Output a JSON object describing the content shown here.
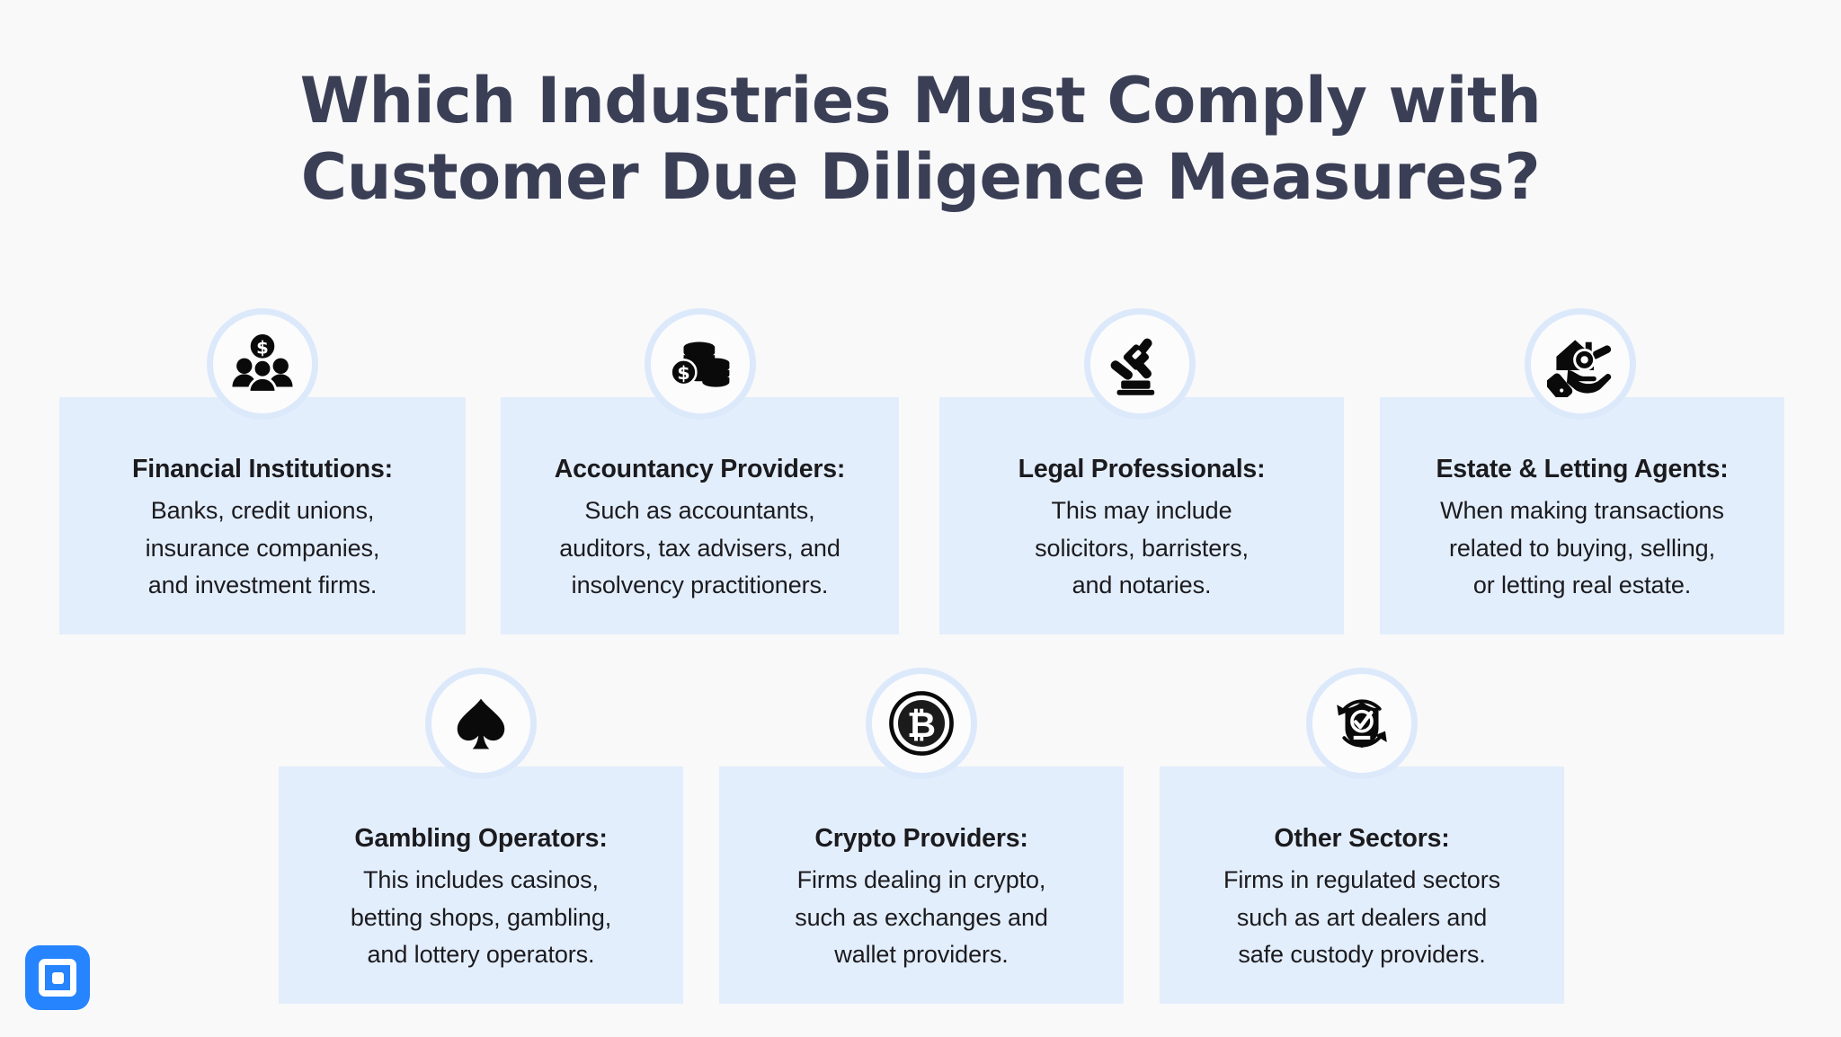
{
  "page": {
    "background_color": "#f9f9fa",
    "card_color": "#e3eefc",
    "title_color": "#3b3f56",
    "text_color": "#1b1b1f",
    "logo_color": "#2684ff",
    "icon_ring_color": "#dce9fb"
  },
  "title": {
    "line1": "Which Industries Must Comply with",
    "line2": "Customer Due Diligence Measures?"
  },
  "cards": [
    {
      "icon": "people-dollar-icon",
      "heading": "Financial Institutions:",
      "body_lines": [
        "Banks, credit unions,",
        "insurance companies,",
        "and investment firms."
      ]
    },
    {
      "icon": "coins-stack-icon",
      "heading": "Accountancy Providers:",
      "body_lines": [
        "Such as accountants,",
        "auditors, tax advisers, and",
        "insolvency practitioners."
      ]
    },
    {
      "icon": "gavel-icon",
      "heading": "Legal Professionals:",
      "body_lines": [
        "This may include",
        "solicitors, barristers,",
        "and notaries."
      ]
    },
    {
      "icon": "house-key-hand-icon",
      "heading": "Estate & Letting Agents:",
      "body_lines": [
        "When making transactions",
        "related to buying, selling,",
        "or letting real estate."
      ]
    },
    {
      "icon": "spade-icon",
      "heading": "Gambling Operators:",
      "body_lines": [
        "This includes casinos,",
        "betting shops, gambling,",
        "and lottery operators."
      ]
    },
    {
      "icon": "bitcoin-coin-icon",
      "heading": "Crypto Providers:",
      "body_lines": [
        "Firms dealing in crypto,",
        "such as exchanges and",
        "wallet providers."
      ]
    },
    {
      "icon": "shield-check-refresh-icon",
      "heading": "Other Sectors:",
      "body_lines": [
        "Firms in regulated sectors",
        "such as art dealers and",
        "safe custody providers."
      ]
    }
  ],
  "logo": {
    "name": "brand-logo"
  }
}
